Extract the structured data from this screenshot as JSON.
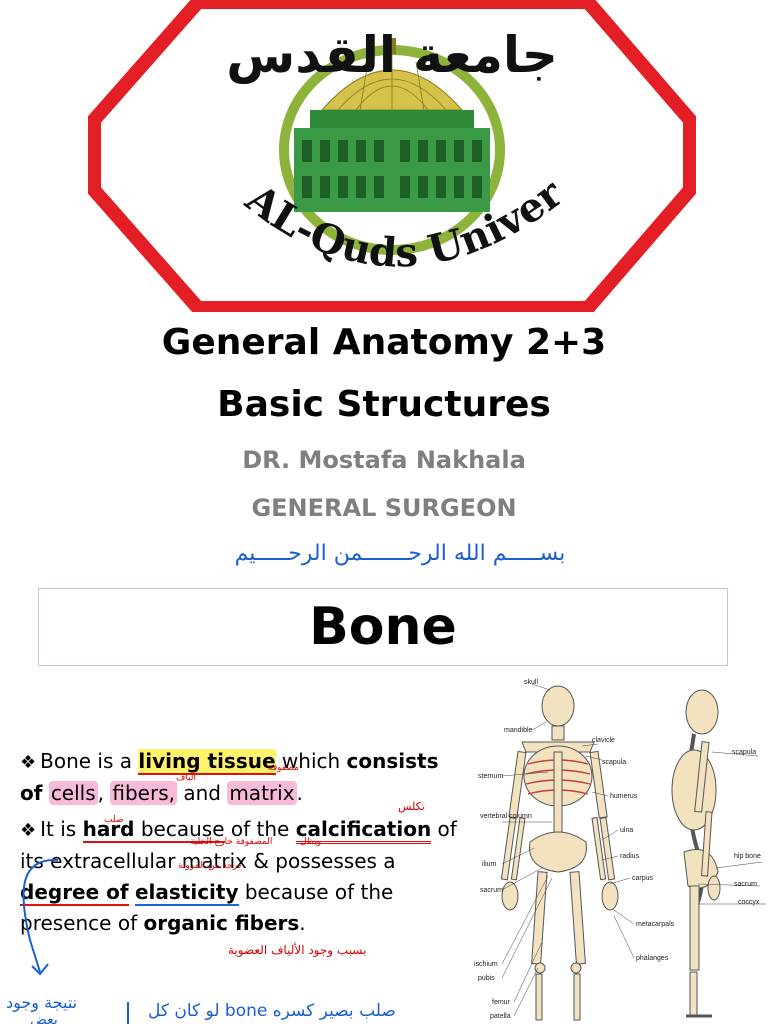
{
  "logo": {
    "icon": "al-quds-university-seal",
    "arabic_name": "جامعة القدس",
    "english_name": "AL-Quds University",
    "colors": {
      "octagon": "#e31e24",
      "ring": "#8db33a",
      "dome": "#d4c24a",
      "building": "#2f8a3a"
    }
  },
  "header": {
    "title_line1": "General Anatomy  2+3",
    "title_line2": "Basic Structures",
    "author": "DR. Mostafa Nakhala",
    "role": "GENERAL SURGEON",
    "basmala": "بســـــم الله الرحـــــــمن الرحـــــيم"
  },
  "section": {
    "title": "Bone"
  },
  "bullets": {
    "p1": {
      "a": "Bone is a ",
      "living_tissue": "living tissue",
      "b": " which ",
      "consists": "consists",
      "of": "of",
      "c": " ",
      "cells": "cells",
      "d": ", ",
      "fibers": "fibers,",
      "e": " and ",
      "matrix": "matrix",
      "f": "."
    },
    "p2": {
      "a": "It is ",
      "hard": "hard",
      "because": " because",
      "b": " of the ",
      "calcification": "calcification",
      "c": " of its extracellular matrix & possesses a ",
      "degree_of": "degree of",
      "elasticity": "elasticity",
      "d": " because of the presence of ",
      "organic_fibers": "organic fibers",
      "e": "."
    }
  },
  "annotations": {
    "fibers_ar": "ألياف",
    "matrix_ar": "مصفوفة",
    "hard_ar": "صلب",
    "calcification_ar": "تكلس",
    "extracellular_ar": "المصفوفة خارج الخلية",
    "possesses_ar": "ويظل",
    "elasticity_ar": "درجة من المرونة",
    "organic_ar": "بسبب وجود الألياف العضوية",
    "result_ar": "نتيجة وجود",
    "result_ar2": "بعض",
    "bottom_note": "لو كان كل bone صلب بصير كسره"
  },
  "skeleton_labels": {
    "skull": "skull",
    "mandible": "mandible",
    "clavicle": "clavicle",
    "scapula": "scapula",
    "sternum": "sternum",
    "humerus": "humerus",
    "vertebral_column": "vertebral column",
    "ulna": "ulna",
    "ilium": "ilium",
    "radius": "radius",
    "sacrum": "sacrum",
    "carpus": "carpus",
    "metacarpals": "metacarpals",
    "phalanges": "phalanges",
    "ischium": "ischium",
    "pubis": "pubis",
    "femur": "femur",
    "patella": "patella",
    "scapula_r": "scapula",
    "hip_bone": "hip bone",
    "sacrum_r": "sacrum",
    "coccyx": "coccyx"
  }
}
